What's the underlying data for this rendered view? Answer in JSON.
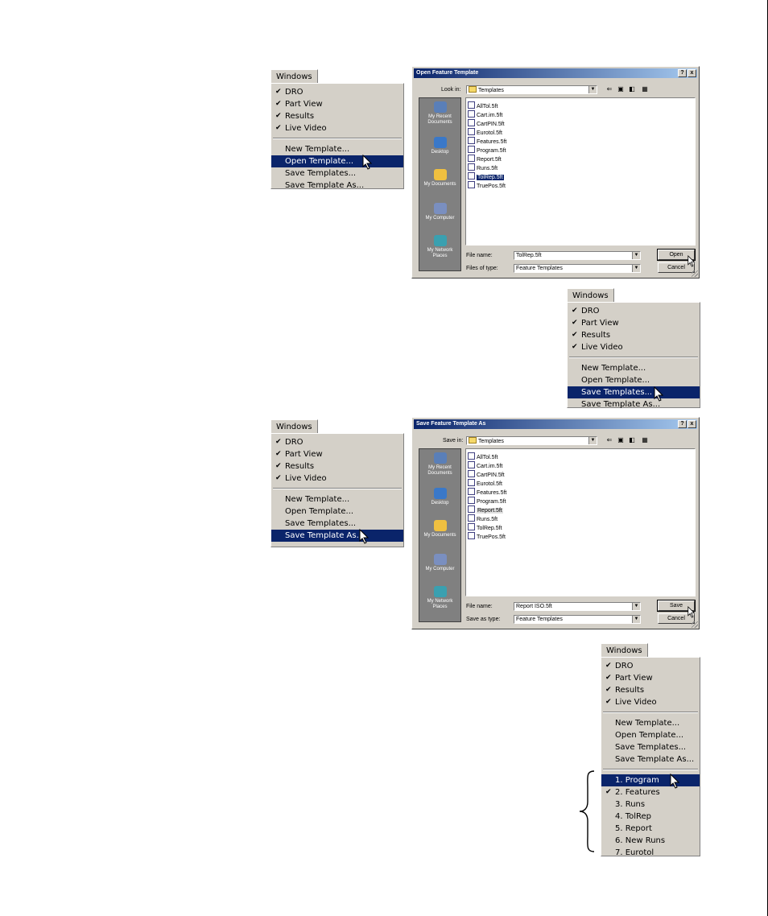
{
  "menus": {
    "label": "Windows",
    "checked_items": [
      "DRO",
      "Part View",
      "Results",
      "Live Video"
    ],
    "template_items": [
      "New Template...",
      "Open Template...",
      "Save Templates...",
      "Save Template As..."
    ],
    "recent_items": [
      "1. Program",
      "2. Features",
      "3. Runs",
      "4. TolRep",
      "5. Report",
      "6. New Runs",
      "7. Eurotol"
    ]
  },
  "open_dialog": {
    "title": "Open Feature Template",
    "look_in_label": "Look in:",
    "folder": "Templates",
    "places": [
      "My Recent Documents",
      "Desktop",
      "My Documents",
      "My Computer",
      "My Network Places"
    ],
    "files": [
      "AllTol.5ft",
      "Cart.im.5ft",
      "CartPIN.5ft",
      "Eurotol.5ft",
      "Features.5ft",
      "Program.5ft",
      "Report.5ft",
      "Runs.5ft",
      "TolRep.5ft",
      "TruePos.5ft"
    ],
    "selected_file": "TolRep.5ft",
    "file_name_label": "File name:",
    "file_name": "TolRep.5ft",
    "files_of_type_label": "Files of type:",
    "file_type": "Feature Templates",
    "ok_label": "Open",
    "cancel_label": "Cancel",
    "help_btn": "?",
    "close_btn": "x"
  },
  "save_dialog": {
    "title": "Save Feature Template As",
    "save_in_label": "Save in:",
    "folder": "Templates",
    "places": [
      "My Recent Documents",
      "Desktop",
      "My Documents",
      "My Computer",
      "My Network Places"
    ],
    "files": [
      "AllTol.5ft",
      "Cart.im.5ft",
      "CartPIN.5ft",
      "Eurotol.5ft",
      "Features.5ft",
      "Program.5ft",
      "Report.5ft",
      "Runs.5ft",
      "TolRep.5ft",
      "TruePos.5ft"
    ],
    "highlighted_file": "Report.5ft",
    "file_name_label": "File name:",
    "file_name": "Report ISO.5ft",
    "save_as_type_label": "Save as type:",
    "file_type": "Feature Templates",
    "ok_label": "Save",
    "cancel_label": "Cancel",
    "help_btn": "?",
    "close_btn": "x"
  }
}
